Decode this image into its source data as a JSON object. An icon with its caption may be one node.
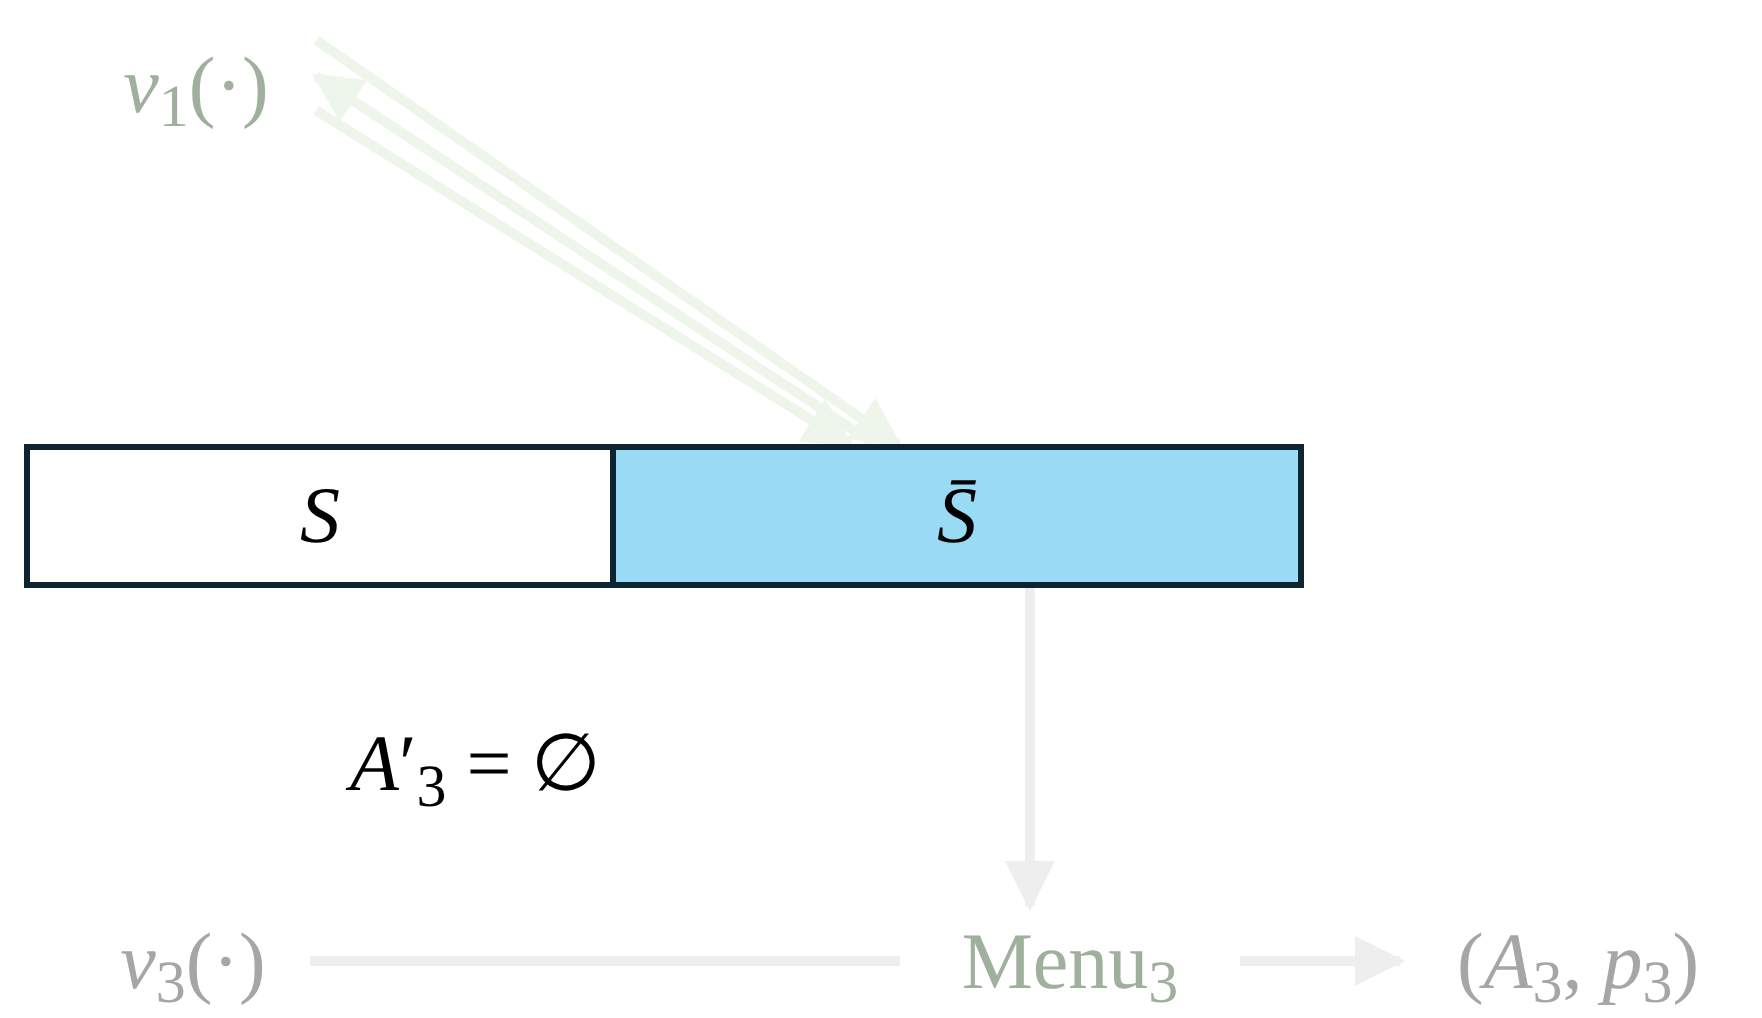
{
  "diagram": {
    "nodes": [
      {
        "text": [
          "*v*$_{1}$(·)"
        ]
      },
      {
        "text": [
          "*S*"
        ]
      },
      {
        "text": [
          "*S̄*"
        ]
      },
      {
        "text": [
          "*v*$_{3}$(·)"
        ]
      },
      {
        "text": [
          "Menu$_{3}$"
        ]
      },
      {
        "text": [
          "(*A*$_{3}$, *p*$_{3}$)"
        ]
      }
    ],
    "edges": [
      {
        "from": 0,
        "to": 2,
        "arrow": "to",
        "color": "#eef6ec"
      },
      {
        "from": 2,
        "to": 0,
        "arrow": "to",
        "color": "#eef6ec"
      },
      {
        "from": 0,
        "to": 2,
        "arrow": "to",
        "color": "#eef6ec"
      },
      {
        "from": 2,
        "to": 4,
        "arrow": "to",
        "color": "#eeeeee"
      },
      {
        "from": 3,
        "to": 4,
        "arrow": "none",
        "color": "#eeeeee"
      },
      {
        "from": 4,
        "to": 5,
        "arrow": "to",
        "color": "#eeeeee"
      }
    ],
    "labels": [
      "*A*′$_{3}$ = ∅"
    ]
  }
}
